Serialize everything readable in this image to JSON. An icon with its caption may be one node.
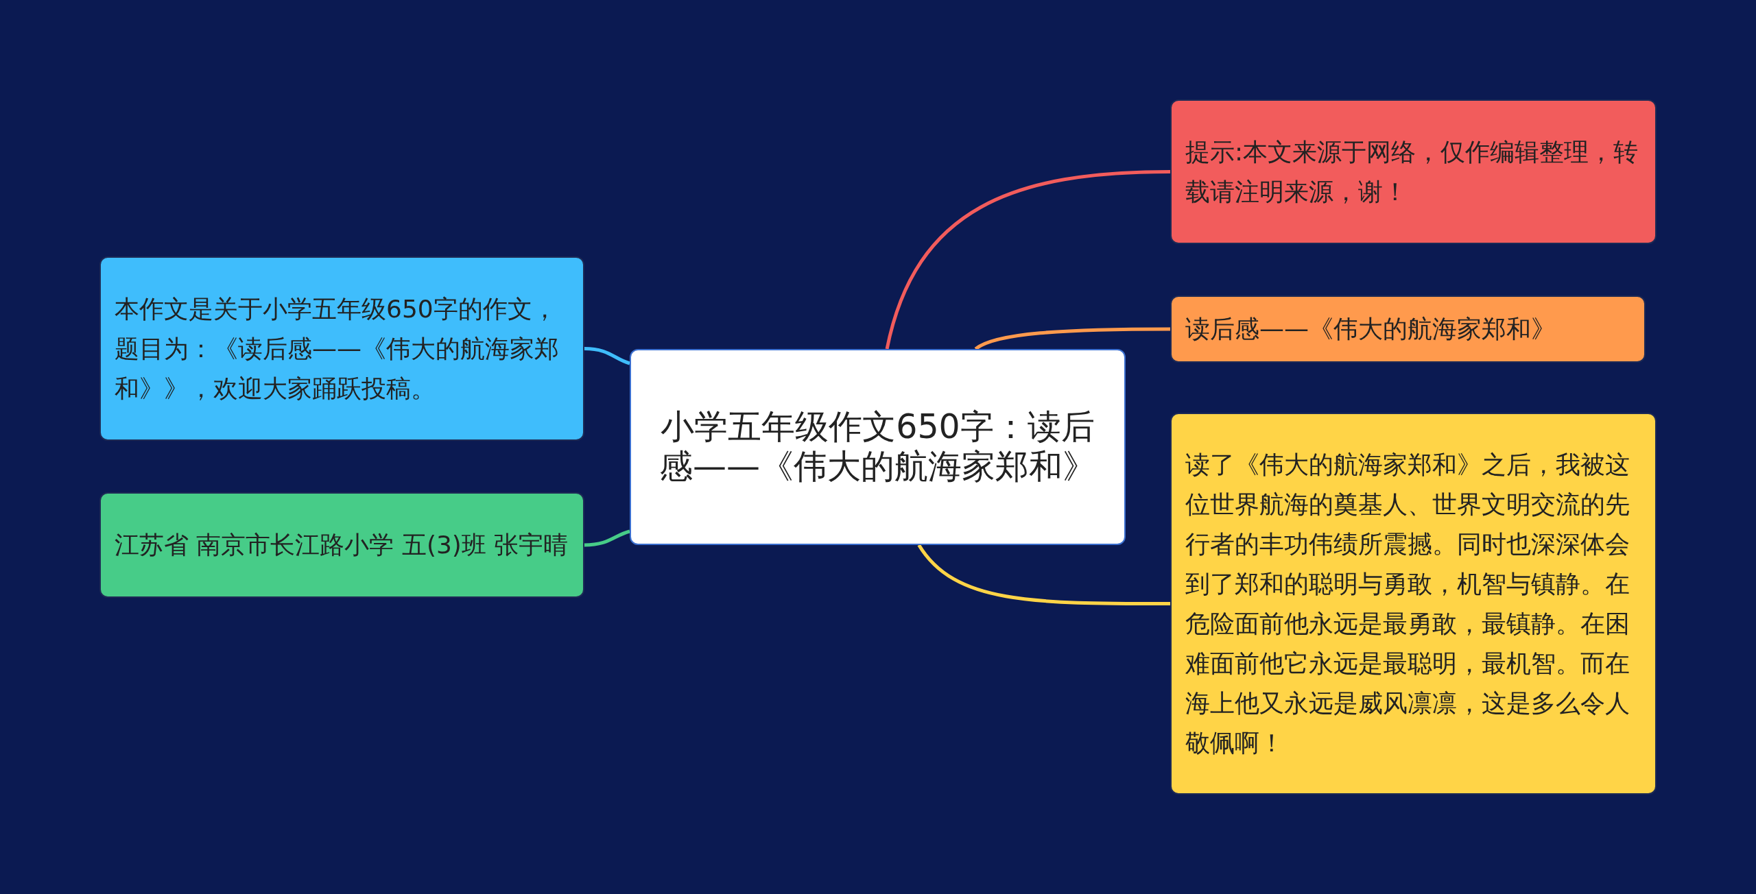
{
  "diagram": {
    "nodes": [
      {
        "text": [
          "小学五年级作文650字：读后感——《伟大的航海家郑和》"
        ]
      },
      {
        "text": [
          "本作文是关于小学五年级650字的作文，题目为：《读后感——《伟大的航海家郑和》》，欢迎大家踊跃投稿。"
        ]
      },
      {
        "text": [
          "江苏省 南京市长江路小学 五(3)班 张宇晴"
        ]
      },
      {
        "text": [
          "提示:本文来源于网络，仅作编辑整理，转载请注明来源，谢！"
        ]
      },
      {
        "text": [
          "读后感——《伟大的航海家郑和》"
        ]
      },
      {
        "text": [
          "读了《伟大的航海家郑和》之后，我被这位世界航海的奠基人、世界文明交流的先行者的丰功伟绩所震撼。同时也深深体会到了郑和的聪明与勇敢，机智与镇静。在危险面前他永远是最勇敢，最镇静。在困难面前他它永远是最聪明，最机智。而在海上他又永远是威风凛凛，这是多么令人敬佩啊！"
        ]
      }
    ],
    "edges": [
      {
        "from": 0,
        "to": 1,
        "arrow": "none",
        "color": "#3fbdfc"
      },
      {
        "from": 0,
        "to": 2,
        "arrow": "none",
        "color": "#47cc88"
      },
      {
        "from": 0,
        "to": 3,
        "arrow": "none",
        "color": "#f25c5c"
      },
      {
        "from": 0,
        "to": 4,
        "arrow": "none",
        "color": "#ff9a4d"
      },
      {
        "from": 0,
        "to": 5,
        "arrow": "none",
        "color": "#ffd447"
      }
    ]
  }
}
